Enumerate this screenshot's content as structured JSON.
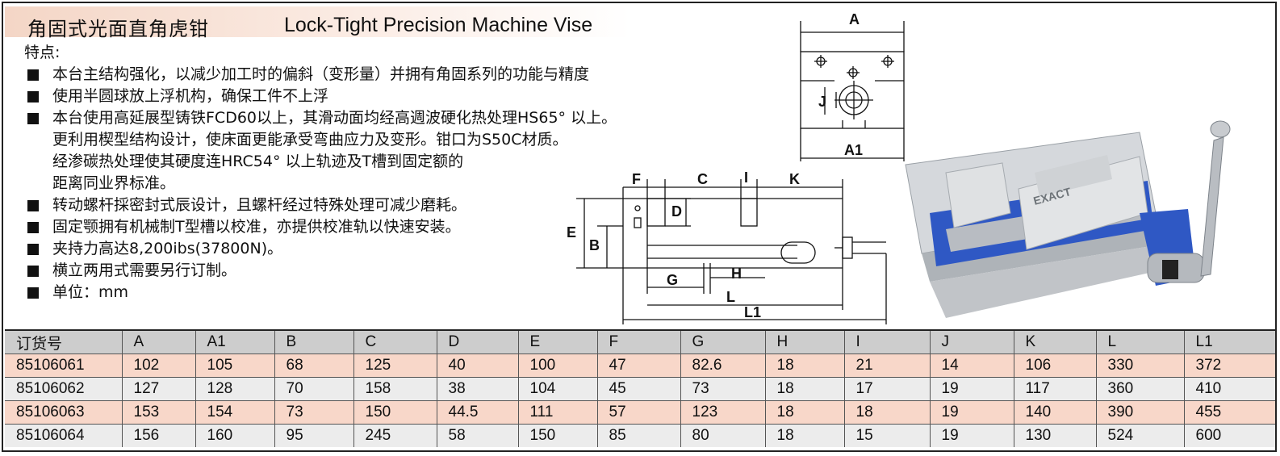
{
  "title": {
    "chinese": "角固式光面直角虎钳",
    "english": "Lock-Tight Precision Machine Vise"
  },
  "features": {
    "heading": "特点:",
    "items": [
      {
        "lines": [
          "本台主结构强化，以减少加工时的偏斜（变形量）并拥有角固系列的功能与精度"
        ]
      },
      {
        "lines": [
          "使用半圆球放上浮机构，确保工件不上浮"
        ]
      },
      {
        "lines": [
          "本台使用高延展型铸铁FCD60以上，其滑动面均经高週波硬化热处理HS65° 以上。",
          "更利用楔型结构设计，使床面更能承受弯曲应力及变形。钳口为S50C材质。",
          "经渗碳热处理使其硬度连HRC54° 以上轨迹及T槽到固定额的",
          "距离同业界标准。"
        ]
      },
      {
        "lines": [
          "转动螺杆採密封式辰设计，且螺杆经过特殊处理可减少磨耗。"
        ]
      },
      {
        "lines": [
          "固定颚拥有机械制T型槽以校准，亦提供校准轨以快速安装。"
        ]
      },
      {
        "lines": [
          "夹持力高达8,200ibs(37800N)。"
        ]
      },
      {
        "lines": [
          "横立两用式需要另行订制。"
        ]
      },
      {
        "lines": [
          "单位：mm"
        ]
      }
    ]
  },
  "diagram_labels": {
    "A": "A",
    "A1": "A1",
    "J": "J",
    "F": "F",
    "C": "C",
    "I": "I",
    "K": "K",
    "D": "D",
    "E": "E",
    "B": "B",
    "G": "G",
    "H": "H",
    "L": "L",
    "L1": "L1"
  },
  "photo": {
    "brand_text": "EXACT",
    "colors": {
      "body": "#c9ccd0",
      "accent": "#2f58c4"
    }
  },
  "table": {
    "headers": [
      "订货号",
      "A",
      "A1",
      "B",
      "C",
      "D",
      "E",
      "F",
      "G",
      "H",
      "I",
      "J",
      "K",
      "L",
      "L1"
    ],
    "rows": [
      [
        "85106061",
        "102",
        "105",
        "68",
        "125",
        "40",
        "100",
        "47",
        "82.6",
        "18",
        "21",
        "14",
        "106",
        "330",
        "372"
      ],
      [
        "85106062",
        "127",
        "128",
        "70",
        "158",
        "38",
        "104",
        "45",
        "73",
        "18",
        "17",
        "19",
        "117",
        "360",
        "410"
      ],
      [
        "85106063",
        "153",
        "154",
        "73",
        "150",
        "44.5",
        "111",
        "57",
        "123",
        "18",
        "18",
        "19",
        "140",
        "390",
        "455"
      ],
      [
        "85106064",
        "156",
        "160",
        "95",
        "245",
        "58",
        "150",
        "85",
        "80",
        "18",
        "15",
        "19",
        "130",
        "524",
        "600"
      ]
    ]
  }
}
